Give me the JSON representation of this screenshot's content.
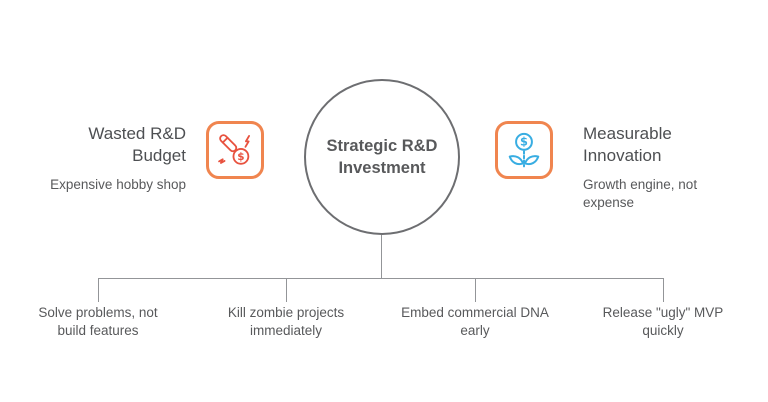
{
  "colors": {
    "badge_border_orange": "#F0854F",
    "crash_icon_red": "#E8523F",
    "plant_icon_cyan": "#38ADE2",
    "heading_gray": "#4D4F52",
    "body_gray": "#58595B",
    "line_gray": "#939598",
    "circle_border_gray": "#6D6E71"
  },
  "center_node": {
    "line1": "Strategic R&D",
    "line2": "Investment"
  },
  "left_node": {
    "icon": "crashed-rocket-coin-icon",
    "heading_line1": "Wasted R&D",
    "heading_line2": "Budget",
    "subtitle": "Expensive hobby shop",
    "icon_dollar": "$"
  },
  "right_node": {
    "icon": "money-plant-icon",
    "heading_line1": "Measurable",
    "heading_line2": "Innovation",
    "subtitle_line1": "Growth engine, not",
    "subtitle_line2": "expense",
    "icon_dollar": "$"
  },
  "branches": [
    {
      "line1": "Solve problems, not",
      "line2": "build features"
    },
    {
      "line1": "Kill zombie projects",
      "line2": "immediately"
    },
    {
      "line1": "Embed commercial DNA",
      "line2": "early"
    },
    {
      "line1": "Release \"ugly\" MVP",
      "line2": "quickly"
    }
  ]
}
